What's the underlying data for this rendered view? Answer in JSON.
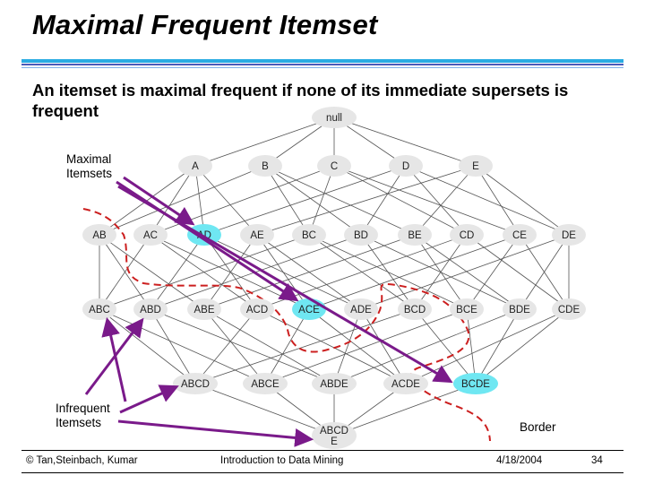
{
  "title": "Maximal Frequent Itemset",
  "description": "An itemset is maximal frequent if none of its immediate supersets is frequent",
  "labels": {
    "maximal": "Maximal Itemsets",
    "infrequent": "Infrequent Itemsets",
    "border": "Border"
  },
  "lattice": {
    "levels": [
      [
        "null"
      ],
      [
        "A",
        "B",
        "C",
        "D",
        "E"
      ],
      [
        "AB",
        "AC",
        "AD",
        "AE",
        "BC",
        "BD",
        "BE",
        "CD",
        "CE",
        "DE"
      ],
      [
        "ABC",
        "ABD",
        "ABE",
        "ACD",
        "ACE",
        "ADE",
        "BCD",
        "BCE",
        "BDE",
        "CDE"
      ],
      [
        "ABCD",
        "ABCE",
        "ABDE",
        "ACDE",
        "BCDE"
      ],
      [
        "ABCDE"
      ]
    ],
    "last_node_lines": [
      "ABCD",
      "E"
    ],
    "maximal": [
      "AD",
      "ACE",
      "BCDE"
    ]
  },
  "colors": {
    "node": "#e6e6e6",
    "maximal_node": "#6fe7f2",
    "edge": "#555555",
    "border": "#cc1f1f",
    "arrow": "#7a1a8a",
    "rule_top": "#29abe2",
    "rule_mid": "#4a5ab8"
  },
  "footer": {
    "copyright": "© Tan,Steinbach, Kumar",
    "course": "Introduction to Data Mining",
    "date": "4/18/2004",
    "page": "34"
  }
}
